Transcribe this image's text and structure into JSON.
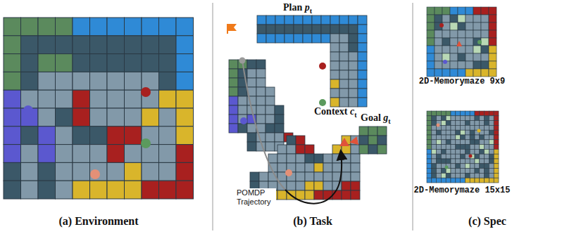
{
  "diagram": {
    "labels": [
      "Plan",
      "p",
      "t",
      "Context",
      "c",
      "t",
      "Goal",
      "g",
      "t",
      "POMDP Trajectory",
      "2D-Memorymaze 9x9",
      "2D-Memorymaze 15x15",
      "(a) Environment",
      "(b) Task",
      "(c) Spec"
    ]
  }
}
